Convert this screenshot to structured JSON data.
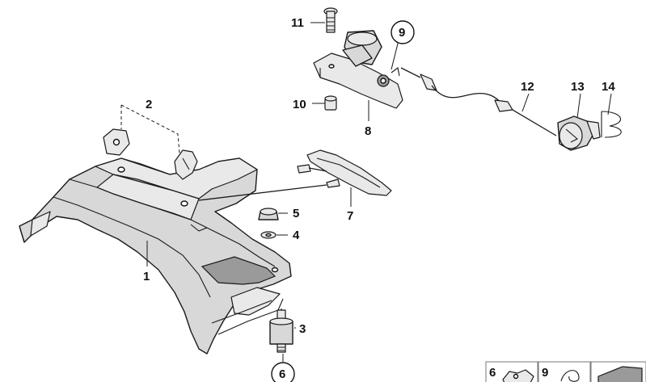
{
  "callouts": {
    "c1": "1",
    "c2": "2",
    "c3": "3",
    "c4": "4",
    "c5": "5",
    "c6": "6",
    "c7": "7",
    "c8": "8",
    "c9": "9",
    "c10": "10",
    "c11": "11",
    "c12": "12",
    "c13": "13",
    "c14": "14"
  },
  "legend": {
    "item_a": "6",
    "item_b": "9"
  }
}
